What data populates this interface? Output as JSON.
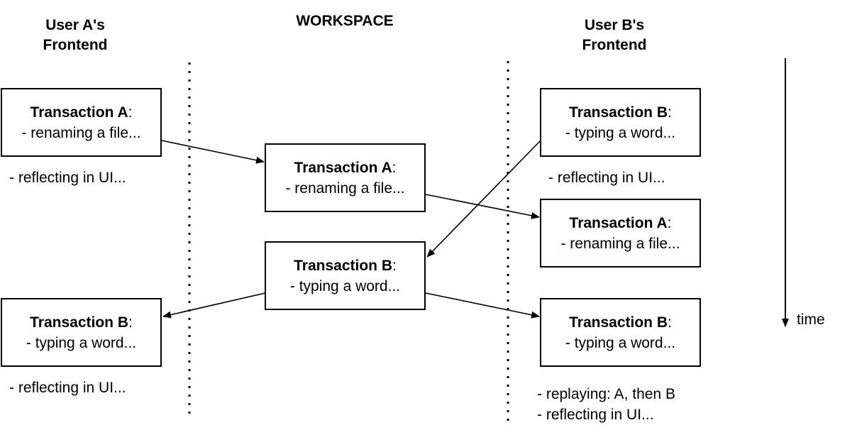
{
  "headings": {
    "user_a_line1": "User A's",
    "user_a_line2": "Frontend",
    "workspace": "WORKSPACE",
    "user_b_line1": "User B's",
    "user_b_line2": "Frontend"
  },
  "boxes": {
    "a1": {
      "title": "Transaction A",
      "colon": ":",
      "detail": "- renaming a file..."
    },
    "ws1": {
      "title": "Transaction A",
      "colon": ":",
      "detail": "- renaming a file..."
    },
    "ws2": {
      "title": "Transaction B",
      "colon": ":",
      "detail": "- typing a word..."
    },
    "a2": {
      "title": "Transaction B",
      "colon": ":",
      "detail": "- typing a word..."
    },
    "b1": {
      "title": "Transaction B",
      "colon": ":",
      "detail": "- typing a word..."
    },
    "b2": {
      "title": "Transaction A",
      "colon": ":",
      "detail": "- renaming a file..."
    },
    "b3": {
      "title": "Transaction B",
      "colon": ":",
      "detail": "- typing a word..."
    }
  },
  "notes": {
    "a_reflect1": "- reflecting in UI...",
    "a_reflect2": "- reflecting in UI...",
    "b_reflect1": "- reflecting in UI...",
    "b_replay": "- replaying: A, then B",
    "b_reflect2": "- reflecting in UI..."
  },
  "time_label": "time"
}
